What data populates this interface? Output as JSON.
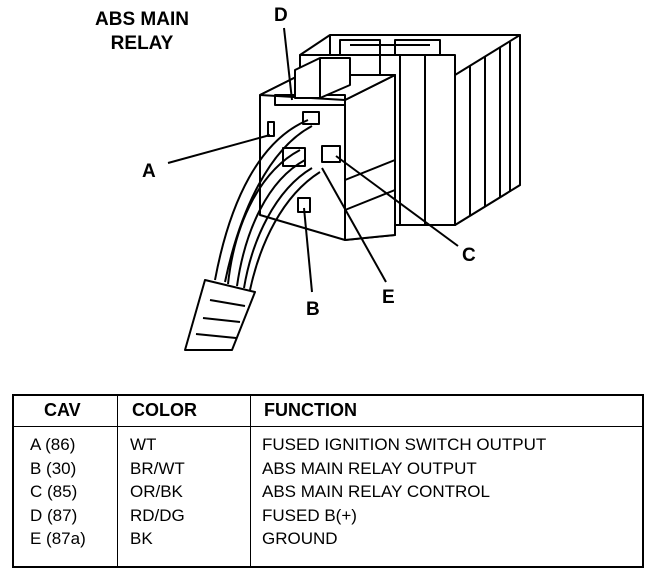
{
  "title_line1": "ABS MAIN",
  "title_line2": "RELAY",
  "callouts": {
    "a": "A",
    "b": "B",
    "c": "C",
    "d": "D",
    "e": "E"
  },
  "table": {
    "headers": {
      "cav": "CAV",
      "color": "COLOR",
      "function": "FUNCTION"
    },
    "rows": [
      {
        "cav": "A (86)",
        "color": "WT",
        "function": "FUSED IGNITION SWITCH OUTPUT"
      },
      {
        "cav": "B (30)",
        "color": "BR/WT",
        "function": "ABS MAIN RELAY OUTPUT"
      },
      {
        "cav": "C (85)",
        "color": "OR/BK",
        "function": "ABS MAIN RELAY CONTROL"
      },
      {
        "cav": "D (87)",
        "color": "RD/DG",
        "function": "FUSED B(+)"
      },
      {
        "cav": "E (87a)",
        "color": "BK",
        "function": "GROUND"
      }
    ]
  }
}
